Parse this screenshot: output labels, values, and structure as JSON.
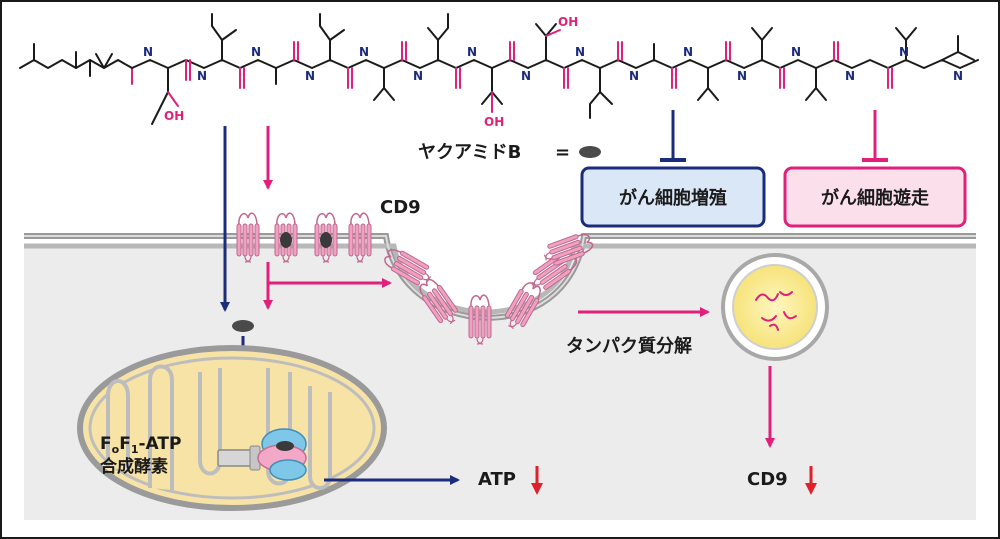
{
  "molecule": {
    "name_label": "ヤクアミドB",
    "equals": "=",
    "atom_N": "N",
    "atom_H": "H",
    "atom_O": "O",
    "atom_OH": "OH"
  },
  "inhibition_boxes": {
    "proliferation": "がん細胞増殖",
    "migration": "がん細胞遊走"
  },
  "labels": {
    "cd9": "CD9",
    "atp_synthase_line1_pre": "F",
    "atp_synthase_sub_o": "o",
    "atp_synthase_mid": "F",
    "atp_synthase_sub_1": "1",
    "atp_synthase_post": "-ATP",
    "atp_synthase_line2": "合成酵素",
    "protein_degradation": "タンパク質分解",
    "atp_result": "ATP",
    "cd9_result": "CD9",
    "down_arrow": "↓"
  },
  "colors": {
    "navy": "#1c2c7c",
    "magenta": "#e0207a",
    "protein_pink": "#f0a0c0",
    "mito_fill": "#f7e3a5",
    "cell_fill": "#ececec",
    "membrane": "#9a9a9a",
    "box_blue_fill": "#d9e7f6",
    "box_pink_fill": "#fbe0ec",
    "red_arrow": "#e0202a"
  }
}
